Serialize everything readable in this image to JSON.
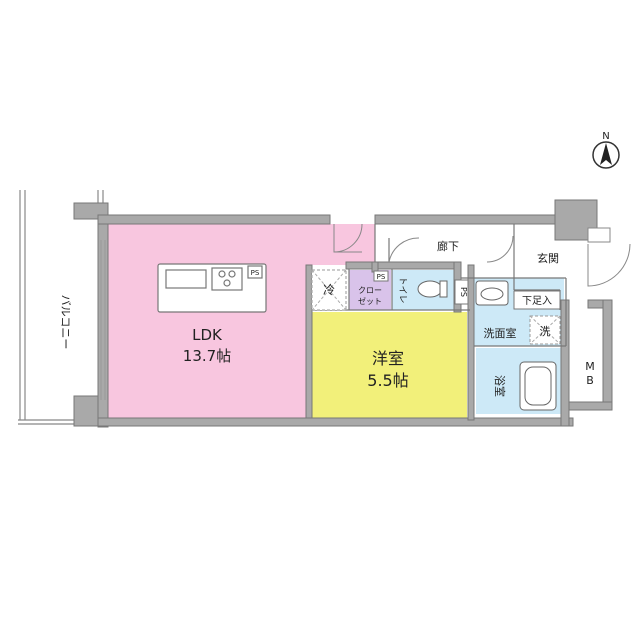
{
  "compass": {
    "label": "N",
    "icon": "north-arrow-icon"
  },
  "rooms": {
    "balcony": "バルコニー",
    "ldk_name": "LDK",
    "ldk_size": "13.7帖",
    "western_name": "洋室",
    "western_size": "5.5帖",
    "hallway": "廊下",
    "entrance": "玄関",
    "shoe_box": "下足入",
    "washroom": "洗面室",
    "washer": "洗",
    "bath": "浴室",
    "mb": "MB",
    "toilet": "トイレ",
    "closet": "クローゼット",
    "fridge": "冷",
    "ps": "PS"
  },
  "colors": {
    "ldk": "#f8c6df",
    "western": "#f2f07a",
    "wet_area": "#cde9f7",
    "closet": "#d9c3ea",
    "wall": "#a9a9a9"
  }
}
